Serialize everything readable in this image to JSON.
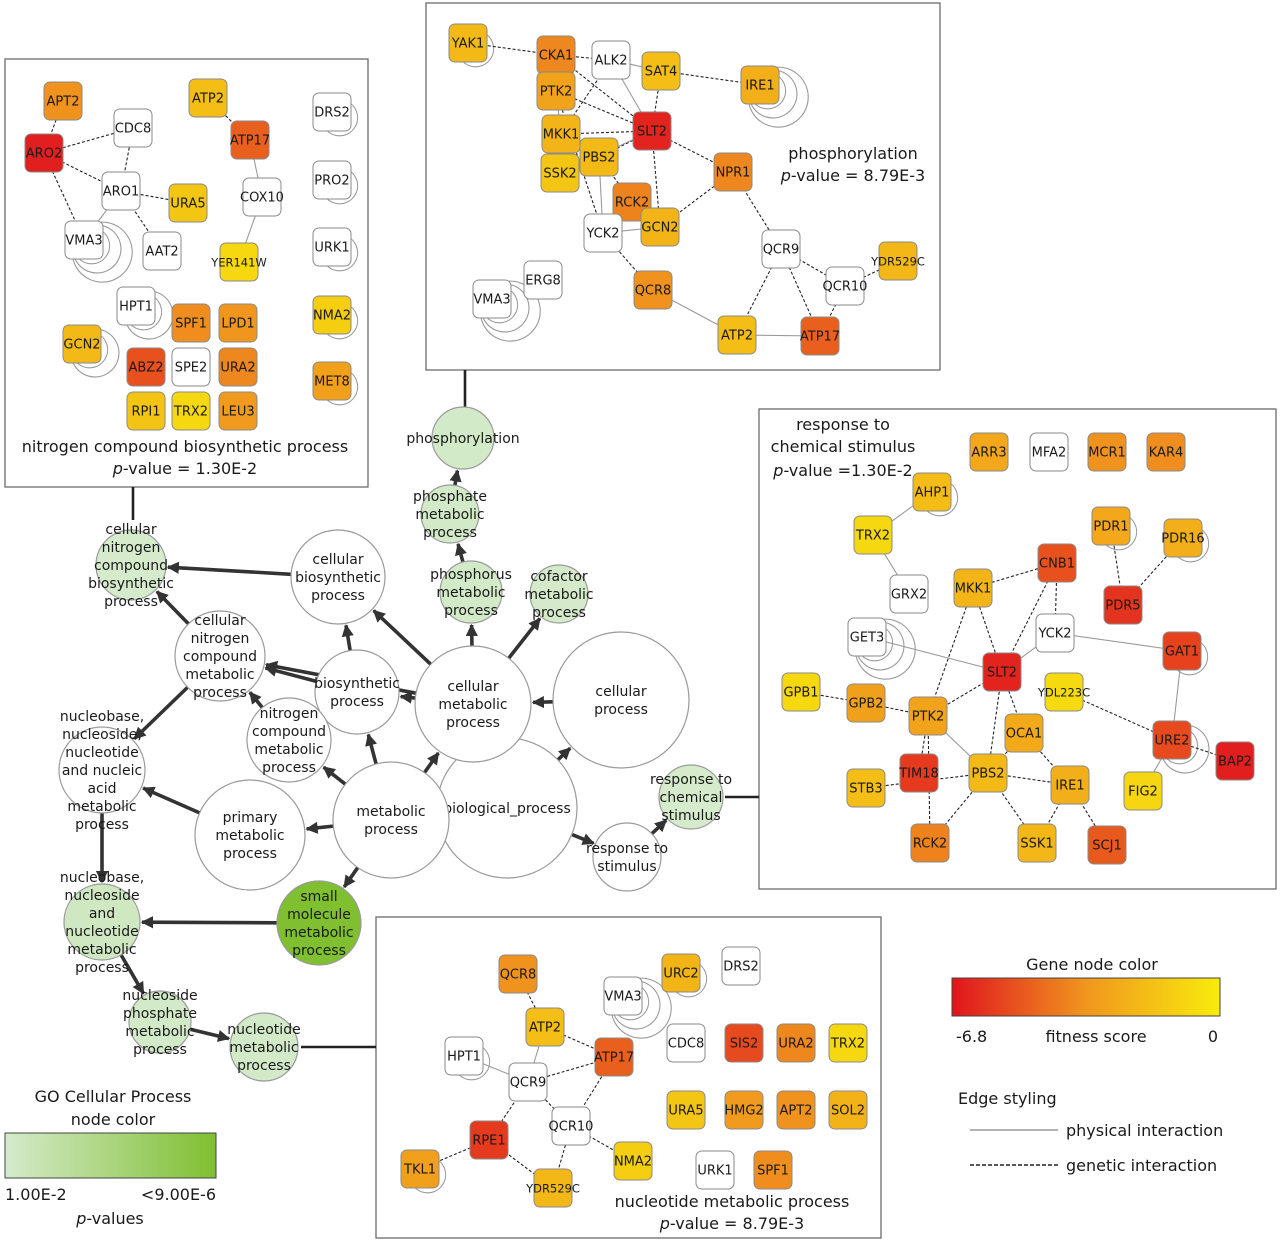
{
  "colors": {
    "gene_min": "#e0141e",
    "gene_mid": "#f0961e",
    "gene_max": "#f8ec0c",
    "go_min": "#d5ebcc",
    "go_max": "#7fbf30",
    "no_data": "#ffffff"
  },
  "go_nodes": [
    {
      "id": "biological_process",
      "label": "biological_process",
      "p": null
    },
    {
      "id": "cellular_process",
      "label": "cellular\nprocess",
      "p": null
    },
    {
      "id": "cellular_metabolic_process",
      "label": "cellular\nmetabolic\nprocess",
      "p": null
    },
    {
      "id": "metabolic_process",
      "label": "metabolic\nprocess",
      "p": null
    },
    {
      "id": "primary_metabolic_process",
      "label": "primary\nmetabolic\nprocess",
      "p": null
    },
    {
      "id": "biosynthetic_process",
      "label": "biosynthetic\nprocess",
      "p": null
    },
    {
      "id": "cellular_biosynthetic_process",
      "label": "cellular\nbiosynthetic\nprocess",
      "p": null
    },
    {
      "id": "nitrogen_compound_metabolic_process",
      "label": "nitrogen\ncompound\nmetabolic\nprocess",
      "p": null
    },
    {
      "id": "cellular_nitrogen_compound_metabolic_process",
      "label": "cellular\nnitrogen\ncompound\nmetabolic\nprocess",
      "p": null
    },
    {
      "id": "nucleobase_nucleoside_nucleotide_nucleic_acid",
      "label": "nucleobase,\nnucleoside,\nnucleotide\nand nucleic\nacid\nmetabolic\nprocess",
      "p": null
    },
    {
      "id": "response_to_stimulus",
      "label": "response to\nstimulus",
      "p": null
    },
    {
      "id": "cellular_nitrogen_compound_biosynthetic_process",
      "label": "cellular\nnitrogen\ncompound\nbiosynthetic\nprocess",
      "p": 0.013
    },
    {
      "id": "phosphorylation",
      "label": "phosphorylation",
      "p": 0.00879
    },
    {
      "id": "phosphate_metabolic_process",
      "label": "phosphate\nmetabolic\nprocess",
      "p": 0.008
    },
    {
      "id": "phosphorus_metabolic_process",
      "label": "phosphorus\nmetabolic\nprocess",
      "p": 0.008
    },
    {
      "id": "cofactor_metabolic_process",
      "label": "cofactor\nmetabolic\nprocess",
      "p": 0.009
    },
    {
      "id": "response_to_chemical_stimulus",
      "label": "response to\nchemical\nstimulus",
      "p": 0.013
    },
    {
      "id": "small_molecule_metabolic_process",
      "label": "small\nmolecule\nmetabolic\nprocess",
      "p": 9e-06
    },
    {
      "id": "nucleobase_nucleoside_nucleotide_metabolic",
      "label": "nucleobase,\nnucleoside\nand\nnucleotide\nmetabolic\nprocess",
      "p": 0.006
    },
    {
      "id": "nucleoside_phosphate_metabolic_process",
      "label": "nucleoside\nphosphate\nmetabolic\nprocess",
      "p": 0.008
    },
    {
      "id": "nucleotide_metabolic_process",
      "label": "nucleotide\nmetabolic\nprocess",
      "p": 0.00879
    }
  ],
  "go_edges": [
    [
      "cellular_biosynthetic_process",
      "cellular_nitrogen_compound_biosynthetic_process"
    ],
    [
      "cellular_nitrogen_compound_metabolic_process",
      "cellular_nitrogen_compound_biosynthetic_process"
    ],
    [
      "biosynthetic_process",
      "cellular_nitrogen_compound_metabolic_process"
    ],
    [
      "biosynthetic_process",
      "cellular_biosynthetic_process"
    ],
    [
      "cellular_metabolic_process",
      "cellular_biosynthetic_process"
    ],
    [
      "cellular_metabolic_process",
      "biosynthetic_process"
    ],
    [
      "cellular_metabolic_process",
      "phosphorus_metabolic_process"
    ],
    [
      "cellular_metabolic_process",
      "cofactor_metabolic_process"
    ],
    [
      "phosphorus_metabolic_process",
      "phosphate_metabolic_process"
    ],
    [
      "phosphate_metabolic_process",
      "phosphorylation"
    ],
    [
      "cellular_process",
      "cellular_metabolic_process"
    ],
    [
      "biological_process",
      "cellular_process"
    ],
    [
      "biological_process",
      "metabolic_process"
    ],
    [
      "biological_process",
      "response_to_stimulus"
    ],
    [
      "response_to_stimulus",
      "response_to_chemical_stimulus"
    ],
    [
      "metabolic_process",
      "biosynthetic_process"
    ],
    [
      "metabolic_process",
      "nitrogen_compound_metabolic_process"
    ],
    [
      "metabolic_process",
      "cellular_metabolic_process"
    ],
    [
      "metabolic_process",
      "primary_metabolic_process"
    ],
    [
      "metabolic_process",
      "small_molecule_metabolic_process"
    ],
    [
      "cellular_metabolic_process",
      "cellular_nitrogen_compound_metabolic_process"
    ],
    [
      "nitrogen_compound_metabolic_process",
      "cellular_nitrogen_compound_metabolic_process"
    ],
    [
      "cellular_nitrogen_compound_metabolic_process",
      "nucleobase_nucleoside_nucleotide_nucleic_acid"
    ],
    [
      "primary_metabolic_process",
      "nucleobase_nucleoside_nucleotide_nucleic_acid"
    ],
    [
      "nucleobase_nucleoside_nucleotide_nucleic_acid",
      "nucleobase_nucleoside_nucleotide_metabolic"
    ],
    [
      "small_molecule_metabolic_process",
      "nucleobase_nucleoside_nucleotide_metabolic"
    ],
    [
      "nucleobase_nucleoside_nucleotide_metabolic",
      "nucleoside_phosphate_metabolic_process"
    ],
    [
      "nucleoside_phosphate_metabolic_process",
      "nucleotide_metabolic_process"
    ]
  ],
  "panels": {
    "nitrogen": {
      "title": "nitrogen compound biosynthetic process",
      "pvalue_prefix": "p",
      "pvalue_rest": "-value = 1.30E-2",
      "genes": [
        {
          "id": "APT2",
          "f": -3.5
        },
        {
          "id": "CDC8",
          "f": null
        },
        {
          "id": "ARO2",
          "f": -6.5
        },
        {
          "id": "ARO1",
          "f": null
        },
        {
          "id": "URA5",
          "f": -1.5
        },
        {
          "id": "VMA3",
          "f": null
        },
        {
          "id": "AAT2",
          "f": null
        },
        {
          "id": "ATP2",
          "f": -1.8
        },
        {
          "id": "ATP17",
          "f": -4.8
        },
        {
          "id": "COX10",
          "f": null
        },
        {
          "id": "YER141W",
          "f": -0.8
        },
        {
          "id": "DRS2",
          "f": null
        },
        {
          "id": "PRO2",
          "f": null
        },
        {
          "id": "URK1",
          "f": null
        },
        {
          "id": "NMA2",
          "f": -1.2
        },
        {
          "id": "MET8",
          "f": -3.0
        },
        {
          "id": "HPT1",
          "f": null
        },
        {
          "id": "GCN2",
          "f": -2.0
        },
        {
          "id": "SPF1",
          "f": -3.6
        },
        {
          "id": "LPD1",
          "f": -3.4
        },
        {
          "id": "ABZ2",
          "f": -5.2
        },
        {
          "id": "SPE2",
          "f": null
        },
        {
          "id": "URA2",
          "f": -3.8
        },
        {
          "id": "RPI1",
          "f": -1.6
        },
        {
          "id": "TRX2",
          "f": -0.8
        },
        {
          "id": "LEU3",
          "f": -3.2
        }
      ],
      "edges": [
        [
          "APT2",
          "ARO2",
          "gen"
        ],
        [
          "CDC8",
          "ARO2",
          "gen"
        ],
        [
          "CDC8",
          "ARO1",
          "gen"
        ],
        [
          "ARO2",
          "ARO1",
          "gen"
        ],
        [
          "ARO2",
          "VMA3",
          "gen"
        ],
        [
          "ARO1",
          "URA5",
          "gen"
        ],
        [
          "ARO1",
          "VMA3",
          "phys"
        ],
        [
          "ARO1",
          "AAT2",
          "gen"
        ],
        [
          "ATP2",
          "ATP17",
          "gen"
        ],
        [
          "ATP17",
          "COX10",
          "phys"
        ],
        [
          "COX10",
          "YER141W",
          "phys"
        ]
      ]
    },
    "phosphorylation": {
      "title": "phosphorylation",
      "pvalue_prefix": "p",
      "pvalue_rest": "-value = 8.79E-3",
      "genes": [
        {
          "id": "YAK1",
          "f": -2.0
        },
        {
          "id": "CKA1",
          "f": -3.8
        },
        {
          "id": "ALK2",
          "f": null
        },
        {
          "id": "SAT4",
          "f": -1.8
        },
        {
          "id": "IRE1",
          "f": -2.4
        },
        {
          "id": "PTK2",
          "f": -2.9
        },
        {
          "id": "SLT2",
          "f": -6.4
        },
        {
          "id": "MKK1",
          "f": -2.2
        },
        {
          "id": "PBS2",
          "f": -2.0
        },
        {
          "id": "NPR1",
          "f": -3.8
        },
        {
          "id": "SSK2",
          "f": -1.5
        },
        {
          "id": "RCK2",
          "f": -3.9
        },
        {
          "id": "GCN2",
          "f": -2.2
        },
        {
          "id": "YCK2",
          "f": null
        },
        {
          "id": "QCR9",
          "f": null
        },
        {
          "id": "YDR529C",
          "f": -2.1
        },
        {
          "id": "QCR10",
          "f": null
        },
        {
          "id": "VMA3",
          "f": null
        },
        {
          "id": "ERG8",
          "f": null
        },
        {
          "id": "QCR8",
          "f": -3.5
        },
        {
          "id": "ATP2",
          "f": -1.8
        },
        {
          "id": "ATP17",
          "f": -4.8
        }
      ],
      "edges": [
        [
          "YAK1",
          "CKA1",
          "gen"
        ],
        [
          "CKA1",
          "ALK2",
          "gen"
        ],
        [
          "CKA1",
          "SLT2",
          "gen"
        ],
        [
          "ALK2",
          "SAT4",
          "phys"
        ],
        [
          "ALK2",
          "SLT2",
          "phys"
        ],
        [
          "SAT4",
          "IRE1",
          "gen"
        ],
        [
          "SAT4",
          "SLT2",
          "gen"
        ],
        [
          "PTK2",
          "SLT2",
          "gen"
        ],
        [
          "PTK2",
          "MKK1",
          "phys"
        ],
        [
          "MKK1",
          "SLT2",
          "gen"
        ],
        [
          "PBS2",
          "SLT2",
          "gen"
        ],
        [
          "SLT2",
          "NPR1",
          "gen"
        ],
        [
          "SSK2",
          "PBS2",
          "gen"
        ],
        [
          "PBS2",
          "RCK2",
          "gen"
        ],
        [
          "RCK2",
          "GCN2",
          "gen"
        ],
        [
          "GCN2",
          "NPR1",
          "gen"
        ],
        [
          "YCK2",
          "PBS2",
          "phys"
        ],
        [
          "YCK2",
          "GCN2",
          "phys"
        ],
        [
          "YCK2",
          "QCR8",
          "gen"
        ],
        [
          "NPR1",
          "QCR9",
          "gen"
        ],
        [
          "QCR9",
          "QCR10",
          "gen"
        ],
        [
          "QCR10",
          "YDR529C",
          "gen"
        ],
        [
          "QCR9",
          "ATP2",
          "gen"
        ],
        [
          "QCR9",
          "ATP17",
          "gen"
        ],
        [
          "QCR10",
          "ATP17",
          "gen"
        ],
        [
          "QCR8",
          "ATP2",
          "phys"
        ],
        [
          "ATP2",
          "ATP17",
          "phys"
        ],
        [
          "SLT2",
          "GCN2",
          "gen"
        ],
        [
          "PTK2",
          "YCK2",
          "gen"
        ],
        [
          "SSK2",
          "SLT2",
          "phys"
        ],
        [
          "ALK2",
          "MKK1",
          "gen"
        ]
      ]
    },
    "chemical": {
      "title": "response to\nchemical stimulus",
      "pvalue_prefix": "p",
      "pvalue_rest": "-value =1.30E-2",
      "genes": [
        {
          "id": "ARR3",
          "f": -2.7
        },
        {
          "id": "MFA2",
          "f": null
        },
        {
          "id": "MCR1",
          "f": -3.5
        },
        {
          "id": "KAR4",
          "f": -3.6
        },
        {
          "id": "AHP1",
          "f": -1.9
        },
        {
          "id": "TRX2",
          "f": -0.8
        },
        {
          "id": "PDR1",
          "f": -2.7
        },
        {
          "id": "PDR16",
          "f": -2.4
        },
        {
          "id": "CNB1",
          "f": -5.2
        },
        {
          "id": "GRX2",
          "f": null
        },
        {
          "id": "MKK1",
          "f": -2.2
        },
        {
          "id": "PDR5",
          "f": -6.0
        },
        {
          "id": "GET3",
          "f": null
        },
        {
          "id": "YCK2",
          "f": null
        },
        {
          "id": "GAT1",
          "f": -5.6
        },
        {
          "id": "SLT2",
          "f": -6.4
        },
        {
          "id": "YDL223C",
          "f": -0.7
        },
        {
          "id": "GPB1",
          "f": -0.8
        },
        {
          "id": "GPB2",
          "f": -3.0
        },
        {
          "id": "PTK2",
          "f": -2.9
        },
        {
          "id": "OCA1",
          "f": -2.6
        },
        {
          "id": "URE2",
          "f": -5.4
        },
        {
          "id": "BAP2",
          "f": -6.5
        },
        {
          "id": "TIM18",
          "f": -5.8
        },
        {
          "id": "PBS2",
          "f": -2.0
        },
        {
          "id": "IRE1",
          "f": -2.4
        },
        {
          "id": "STB3",
          "f": -1.8
        },
        {
          "id": "FIG2",
          "f": -0.9
        },
        {
          "id": "RCK2",
          "f": -3.9
        },
        {
          "id": "SSK1",
          "f": -2.1
        },
        {
          "id": "SCJ1",
          "f": -5.0
        }
      ],
      "edges": [
        [
          "AHP1",
          "TRX2",
          "phys"
        ],
        [
          "PDR1",
          "PDR5",
          "gen"
        ],
        [
          "PDR16",
          "PDR5",
          "gen"
        ],
        [
          "CNB1",
          "MKK1",
          "gen"
        ],
        [
          "CNB1",
          "SLT2",
          "gen"
        ],
        [
          "CNB1",
          "YCK2",
          "gen"
        ],
        [
          "MKK1",
          "SLT2",
          "gen"
        ],
        [
          "MKK1",
          "PTK2",
          "gen"
        ],
        [
          "GET3",
          "SLT2",
          "phys"
        ],
        [
          "YCK2",
          "SLT2",
          "phys"
        ],
        [
          "YCK2",
          "GAT1",
          "phys"
        ],
        [
          "SLT2",
          "PTK2",
          "gen"
        ],
        [
          "SLT2",
          "PBS2",
          "gen"
        ],
        [
          "SLT2",
          "OCA1",
          "gen"
        ],
        [
          "YDL223C",
          "URE2",
          "gen"
        ],
        [
          "GPB1",
          "GPB2",
          "gen"
        ],
        [
          "GPB2",
          "PTK2",
          "gen"
        ],
        [
          "PTK2",
          "TIM18",
          "gen"
        ],
        [
          "PTK2",
          "PBS2",
          "phys"
        ],
        [
          "PTK2",
          "RCK2",
          "gen"
        ],
        [
          "OCA1",
          "PBS2",
          "gen"
        ],
        [
          "OCA1",
          "IRE1",
          "gen"
        ],
        [
          "URE2",
          "BAP2",
          "gen"
        ],
        [
          "URE2",
          "GAT1",
          "phys"
        ],
        [
          "PBS2",
          "IRE1",
          "gen"
        ],
        [
          "PBS2",
          "SSK1",
          "gen"
        ],
        [
          "PBS2",
          "RCK2",
          "gen"
        ],
        [
          "PBS2",
          "STB3",
          "gen"
        ],
        [
          "IRE1",
          "SCJ1",
          "gen"
        ],
        [
          "IRE1",
          "SSK1",
          "gen"
        ],
        [
          "URE2",
          "FIG2",
          "phys"
        ],
        [
          "GRX2",
          "TRX2",
          "phys"
        ]
      ]
    },
    "nucleotide": {
      "title": "nucleotide metabolic process",
      "pvalue_prefix": "p",
      "pvalue_rest": "-value = 8.79E-3",
      "genes": [
        {
          "id": "QCR8",
          "f": -3.5
        },
        {
          "id": "URC2",
          "f": -2.2
        },
        {
          "id": "DRS2",
          "f": null
        },
        {
          "id": "VMA3",
          "f": null
        },
        {
          "id": "ATP2",
          "f": -1.8
        },
        {
          "id": "CDC8",
          "f": null
        },
        {
          "id": "SIS2",
          "f": -5.4
        },
        {
          "id": "URA2",
          "f": -3.8
        },
        {
          "id": "TRX2",
          "f": -0.8
        },
        {
          "id": "HPT1",
          "f": null
        },
        {
          "id": "ATP17",
          "f": -4.8
        },
        {
          "id": "QCR9",
          "f": null
        },
        {
          "id": "URA5",
          "f": -1.5
        },
        {
          "id": "HMG2",
          "f": -3.2
        },
        {
          "id": "APT2",
          "f": -3.5
        },
        {
          "id": "SOL2",
          "f": -2.3
        },
        {
          "id": "RPE1",
          "f": -5.8
        },
        {
          "id": "QCR10",
          "f": null
        },
        {
          "id": "TKL1",
          "f": -3.0
        },
        {
          "id": "NMA2",
          "f": -1.2
        },
        {
          "id": "YDR529C",
          "f": -2.1
        },
        {
          "id": "URK1",
          "f": null
        },
        {
          "id": "SPF1",
          "f": -3.6
        }
      ],
      "edges": [
        [
          "QCR8",
          "ATP2",
          "gen"
        ],
        [
          "ATP2",
          "QCR9",
          "phys"
        ],
        [
          "ATP2",
          "ATP17",
          "gen"
        ],
        [
          "HPT1",
          "QCR9",
          "phys"
        ],
        [
          "QCR9",
          "RPE1",
          "gen"
        ],
        [
          "QCR9",
          "QCR10",
          "gen"
        ],
        [
          "QCR9",
          "ATP17",
          "gen"
        ],
        [
          "QCR10",
          "NMA2",
          "gen"
        ],
        [
          "QCR10",
          "YDR529C",
          "gen"
        ],
        [
          "RPE1",
          "TKL1",
          "gen"
        ],
        [
          "RPE1",
          "YDR529C",
          "gen"
        ],
        [
          "QCR10",
          "ATP17",
          "gen"
        ]
      ]
    }
  },
  "gene_legend": {
    "title": "Gene node color",
    "min_label": "-6.8",
    "axis_label": "fitness score",
    "max_label": "0"
  },
  "edge_legend": {
    "title": "Edge styling",
    "physical_label": "physical interaction",
    "genetic_label": "genetic interaction"
  },
  "go_legend": {
    "title_line1": "GO Cellular Process",
    "title_line2": "node color",
    "min_label": "1.00E-2",
    "max_label": "<9.00E-6",
    "axis_prefix": "p",
    "axis_rest": "-values"
  }
}
